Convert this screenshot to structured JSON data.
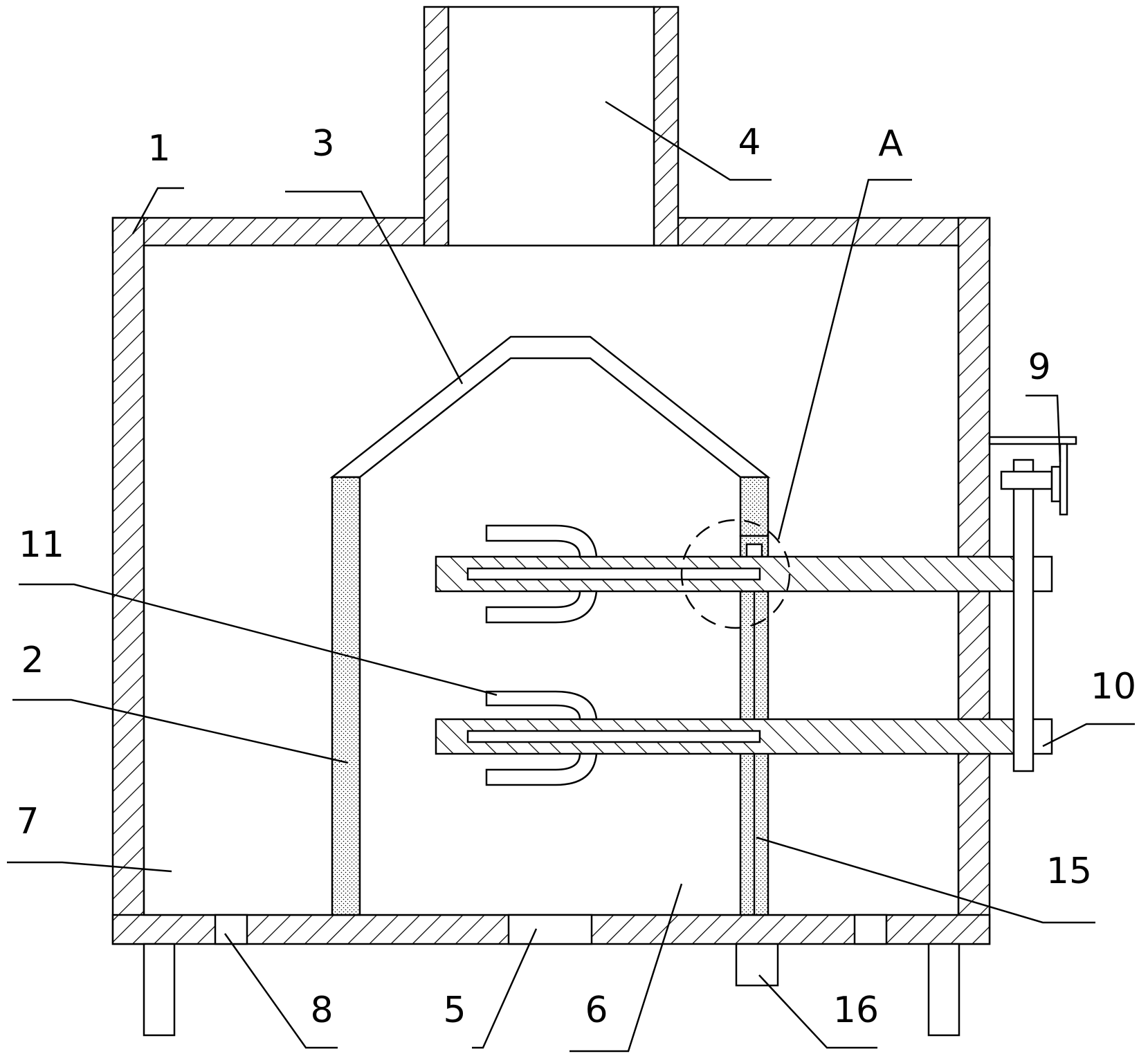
{
  "labels": {
    "l1": "1",
    "l2": "2",
    "l3": "3",
    "l4": "4",
    "l5": "5",
    "l6": "6",
    "l7": "7",
    "l8": "8",
    "l9": "9",
    "l10": "10",
    "l11": "11",
    "l15": "15",
    "l16": "16",
    "lA": "A"
  },
  "colors": {
    "stroke": "#000000",
    "background": "#ffffff"
  }
}
